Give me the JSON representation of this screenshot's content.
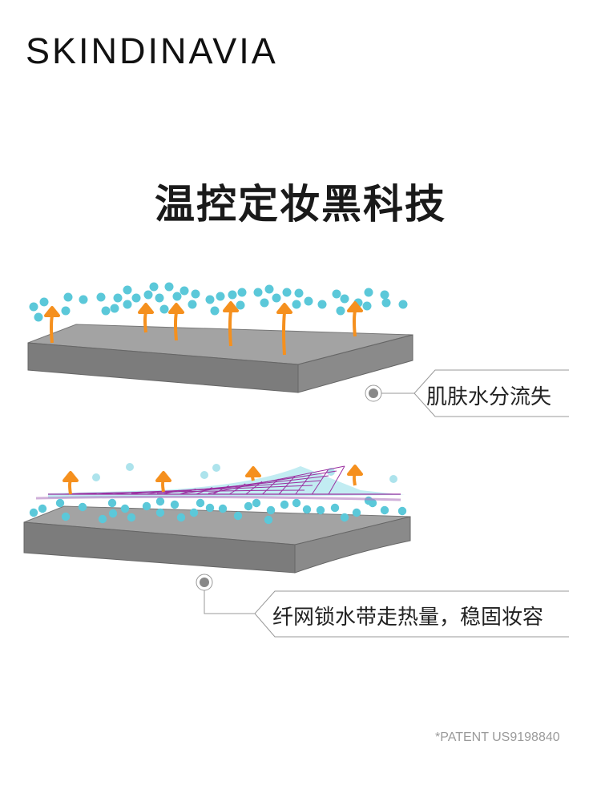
{
  "brand": "SKINDINAVIA",
  "title": "温控定妆黑科技",
  "panels": [
    {
      "callout": "肌肤水分流失"
    },
    {
      "callout": "纤网锁水带走热量，稳固妆容"
    }
  ],
  "footnote": "*PATENT US9198840",
  "colors": {
    "slab_top": "#9e9e9e",
    "slab_side": "#7a7a7a",
    "droplet": "#5bc8d9",
    "arrow": "#f5901e",
    "mesh": "#9b2fa0"
  }
}
